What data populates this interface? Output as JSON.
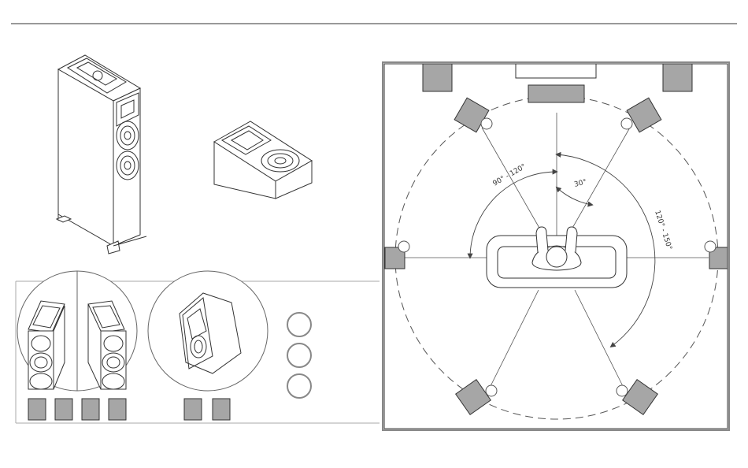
{
  "diagram": {
    "angles": {
      "front": "30°",
      "surround": "90° - 120°",
      "rear": "120° - 150°"
    },
    "colors": {
      "speaker_fill": "#a6a6a6",
      "speaker_stroke": "#333333",
      "line": "#555555",
      "frame": "#888888",
      "background": "#ffffff"
    },
    "icons": [
      "floor-standing-speaker-icon",
      "elevation-speaker-module-icon",
      "listener-on-sofa-icon"
    ]
  }
}
